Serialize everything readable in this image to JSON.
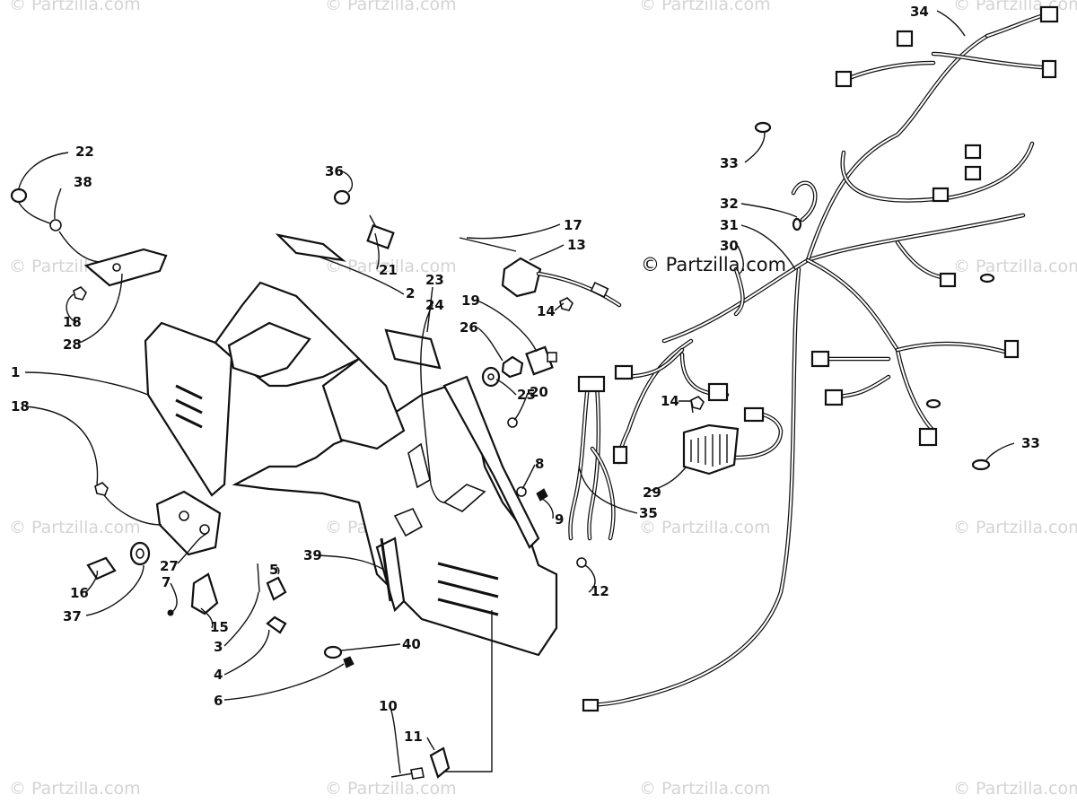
{
  "brand_label": "© Partzilla.com",
  "watermark_text": "© Partzilla.com",
  "callouts": [
    "1",
    "2",
    "3",
    "4",
    "5",
    "6",
    "7",
    "8",
    "9",
    "10",
    "11",
    "12",
    "13",
    "14",
    "14",
    "15",
    "16",
    "17",
    "18",
    "18",
    "19",
    "20",
    "21",
    "22",
    "23",
    "24",
    "25",
    "26",
    "27",
    "28",
    "29",
    "30",
    "31",
    "32",
    "33",
    "33",
    "34",
    "35",
    "36",
    "37",
    "38",
    "39",
    "40"
  ]
}
